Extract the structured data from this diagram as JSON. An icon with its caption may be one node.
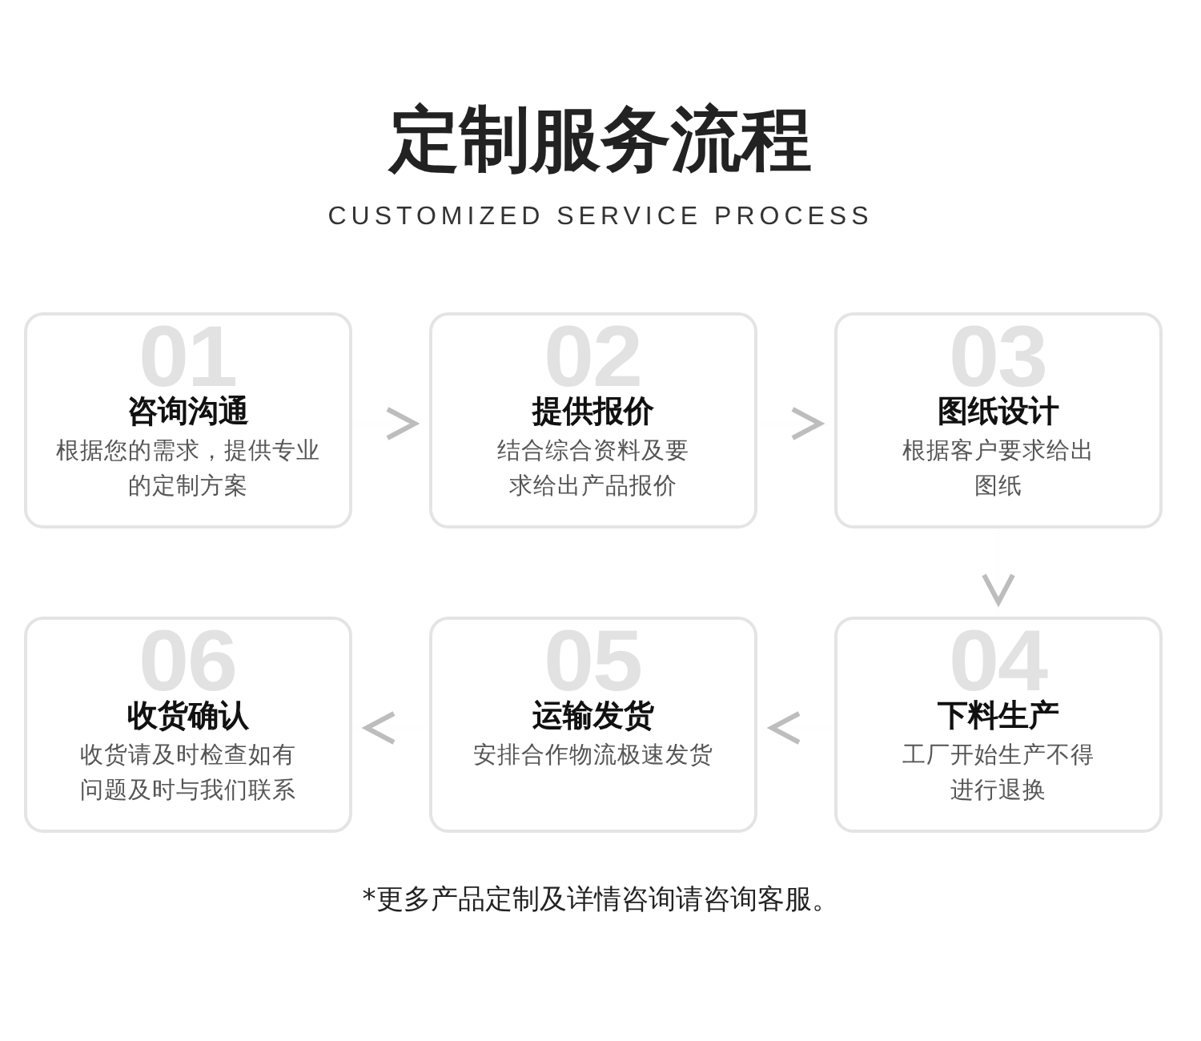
{
  "diagram": {
    "title": "定制服务流程",
    "nodes": [
      {
        "text": [
          "01",
          "咨询沟通",
          "根据您的需求，提供专业的定制方案"
        ]
      },
      {
        "text": [
          "02",
          "提供报价",
          "结合综合资料及要求给出产品报价"
        ]
      },
      {
        "text": [
          "03",
          "图纸设计",
          "根据客户要求给出图纸"
        ]
      },
      {
        "text": [
          "04",
          "下料生产",
          "工厂开始生产不得进行退换"
        ]
      },
      {
        "text": [
          "05",
          "运输发货",
          "安排合作物流极速发货"
        ]
      },
      {
        "text": [
          "06",
          "收货确认",
          "收货请及时检查如有问题及时与我们联系"
        ]
      }
    ],
    "edges": [
      {
        "from": 0,
        "to": 1,
        "arrow": "to"
      },
      {
        "from": 1,
        "to": 2,
        "arrow": "to"
      },
      {
        "from": 2,
        "to": 3,
        "arrow": "to"
      },
      {
        "from": 3,
        "to": 4,
        "arrow": "to"
      },
      {
        "from": 4,
        "to": 5,
        "arrow": "to"
      }
    ],
    "labels": [
      "CUSTOMIZED SERVICE PROCESS",
      "*更多产品定制及详情咨询请咨询客服。"
    ]
  }
}
